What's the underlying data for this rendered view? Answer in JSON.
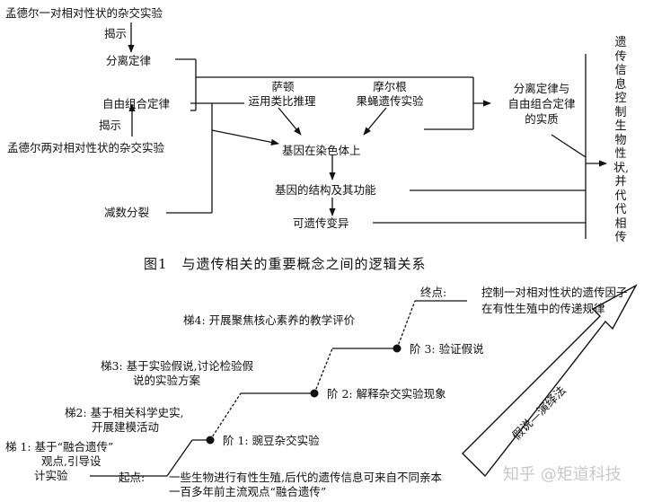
{
  "fig1": {
    "n_exp1": "孟德尔一对相对性状的杂交实验",
    "reveal1": "揭示",
    "segregation": "分离定律",
    "independent": "自由组合定律",
    "reveal2": "揭示",
    "n_exp2": "孟德尔两对相对性状的杂交实验",
    "meiosis": "减数分裂",
    "sutton_1": "萨顿",
    "sutton_2": "运用类比推理",
    "morgan_1": "摩尔根",
    "morgan_2": "果蝇遗传实验",
    "chromosome": "基因在染色体上",
    "gene_struct": "基因的结构及其功能",
    "variation": "可遗传变异",
    "essence_1": "分离定律与",
    "essence_2": "自由组合定律",
    "essence_3": "的实质",
    "result_vertical": "遗传信息控制生物性状,并代代相传",
    "caption": "图1　与遗传相关的重要概念之间的逻辑关系"
  },
  "fig2": {
    "end_label": "终点:",
    "end_1": "控制一对相对性状的遗传因子",
    "end_2": "在有性生殖中的传递规律",
    "ladder4": "梯4: 开展聚焦核心素养的教学评价",
    "stage3": "阶 3: 验证假说",
    "ladder3_1": "梯3: 基于实验假说,讨论检验假",
    "ladder3_2": "说的实验方案",
    "stage2": "阶 2: 解释杂交实验现象",
    "ladder2_1": "梯2: 基于相关科学史实,",
    "ladder2_2": "开展建模活动",
    "stage1": "阶 1: 豌豆杂交实验",
    "ladder1_1": "梯 1: 基于“融合遗传”",
    "ladder1_2": "观点,引导设",
    "ladder1_3": "计实验",
    "start_label": "起点:",
    "start_1": "一些生物进行有性生殖,后代的遗传信息可来自不同亲本",
    "start_2": "一百多年前主流观点“融合遗传”",
    "arrow_text": "假说—演绎法"
  },
  "watermark": "知乎 @矩道科技"
}
